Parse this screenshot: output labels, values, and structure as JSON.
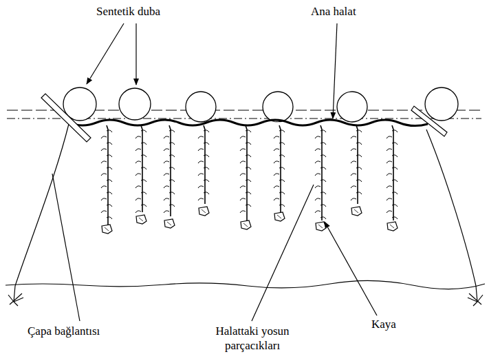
{
  "diagram": {
    "labels": [
      "Sentetik duba",
      "Ana halat",
      "Çapa bağlantısı",
      "Halattaki yosun parçacıkları",
      "Kaya"
    ]
  }
}
